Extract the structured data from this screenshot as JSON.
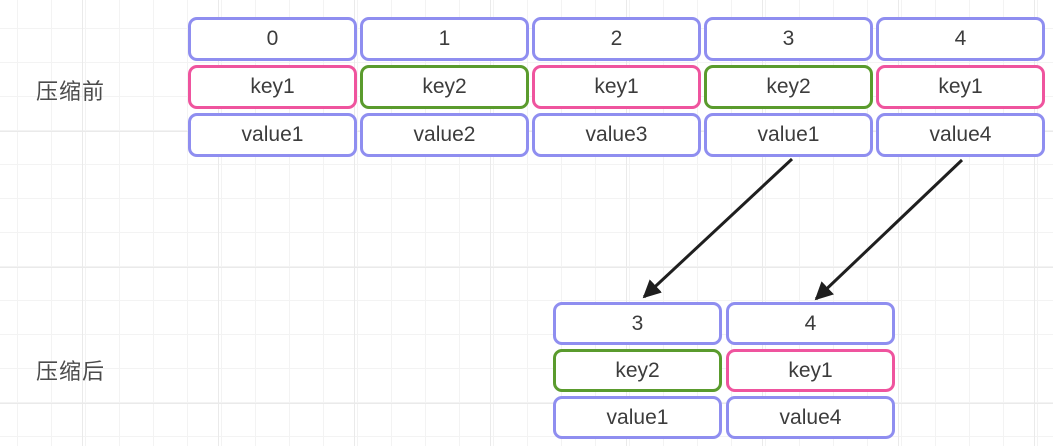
{
  "before_section": {
    "label": "压缩前",
    "columns": [
      {
        "index": "0",
        "key": "key1",
        "key_border": "#ef549e",
        "value": "value1"
      },
      {
        "index": "1",
        "key": "key2",
        "key_border": "#5a9b2d",
        "value": "value2"
      },
      {
        "index": "2",
        "key": "key1",
        "key_border": "#ef549e",
        "value": "value3"
      },
      {
        "index": "3",
        "key": "key2",
        "key_border": "#5a9b2d",
        "value": "value1"
      },
      {
        "index": "4",
        "key": "key1",
        "key_border": "#ef549e",
        "value": "value4"
      }
    ]
  },
  "after_section": {
    "label": "压缩后",
    "columns": [
      {
        "index": "3",
        "key": "key2",
        "key_border": "#5a9b2d",
        "value": "value1"
      },
      {
        "index": "4",
        "key": "key1",
        "key_border": "#ef549e",
        "value": "value4"
      }
    ]
  },
  "arrows": [
    {
      "from": "before column 3 (value1)",
      "to": "after column 3"
    },
    {
      "from": "before column 4 (value4)",
      "to": "after column 4"
    }
  ],
  "colors": {
    "slot_border": "#8f8ef0",
    "key1_border": "#ef549e",
    "key2_border": "#5a9b2d",
    "arrow": "#1f1f1f",
    "grid_minor": "#f3f3f3",
    "grid_major": "#eaeaea",
    "text": "#3c3c3c",
    "label_text": "#4b4b4b"
  }
}
